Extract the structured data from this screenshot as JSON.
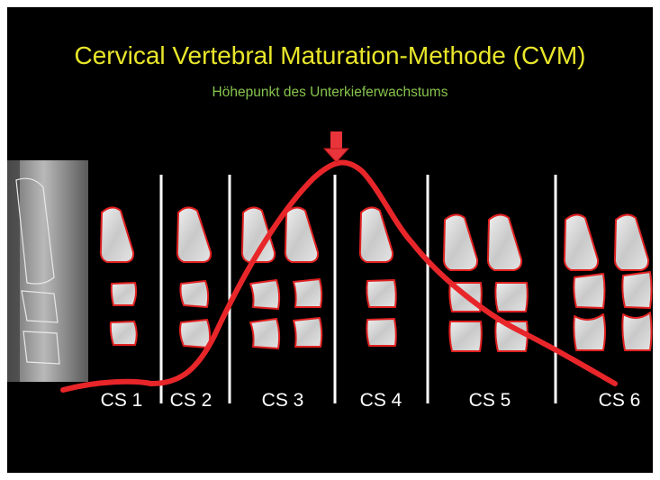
{
  "title": "Cervical Vertebral Maturation-Methode (CVM)",
  "subtitle": "Höhepunkt des Unterkieferwachstums",
  "stages": [
    "CS 1",
    "CS 2",
    "CS 3",
    "CS 4",
    "CS 5",
    "CS 6"
  ],
  "colors": {
    "title": "#e9e62a",
    "subtitle": "#86c44c",
    "curve": "#e8262a",
    "arrow": "#e8343a",
    "vertebra_fill": "#d8d8d8",
    "vertebra_outline": "#e02020",
    "divider": "#ffffff"
  }
}
